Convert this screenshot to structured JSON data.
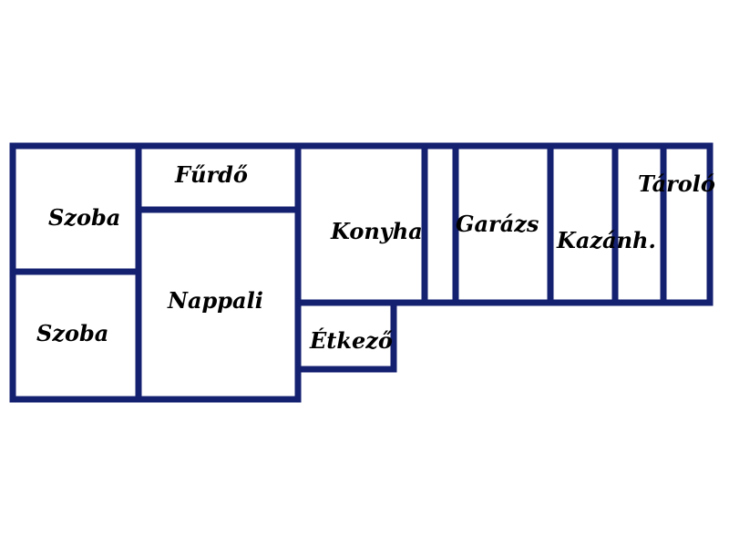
{
  "floor_plan": {
    "colors": {
      "wall": "#142070",
      "label": "#000000",
      "background": "#ffffff"
    },
    "rooms": [
      {
        "id": "szoba-top",
        "label": "Szoba"
      },
      {
        "id": "szoba-bottom",
        "label": "Szoba"
      },
      {
        "id": "furdo",
        "label": "Fűrdő"
      },
      {
        "id": "nappali",
        "label": "Nappali"
      },
      {
        "id": "konyha",
        "label": "Konyha"
      },
      {
        "id": "etkezo",
        "label": "Étkező"
      },
      {
        "id": "garazs",
        "label": "Garázs"
      },
      {
        "id": "kazanh",
        "label": "Kazánh."
      },
      {
        "id": "tarolo",
        "label": "Tároló"
      }
    ]
  }
}
